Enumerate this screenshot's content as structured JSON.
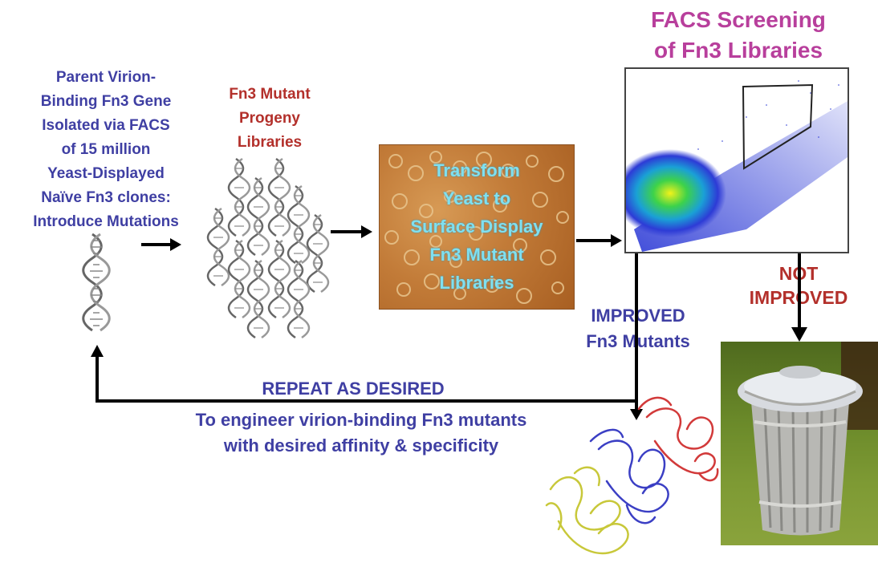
{
  "texts": {
    "parent_gene": "Parent Virion-\nBinding Fn3 Gene\nIsolated via FACS\nof 15 million\nYeast-Displayed\nNaïve Fn3 clones:\nIntroduce Mutations",
    "progeny_libraries": "Fn3 Mutant\nProgeny\nLibraries",
    "transform_yeast": "Transform\nYeast to\nSurface Display\nFn3 Mutant\nLibraries",
    "facs_screening": "FACS Screening\nof Fn3 Libraries",
    "not_improved": "NOT\nIMPROVED",
    "improved": "IMPROVED\nFn3 Mutants",
    "repeat": "REPEAT AS DESIRED",
    "engineer": "To engineer virion-binding Fn3 mutants\nwith desired affinity & specificity"
  },
  "colors": {
    "blue_text": "#3f3fa3",
    "red_text": "#b3302b",
    "pink_text": "#b83f9c",
    "cyan_text": "#7fe0f0",
    "arrow": "#000000"
  },
  "icons": [
    "dna-helix-icon",
    "yeast-microscopy-image",
    "facs-scatter-plot",
    "protein-structure-image",
    "trash-can-image"
  ]
}
